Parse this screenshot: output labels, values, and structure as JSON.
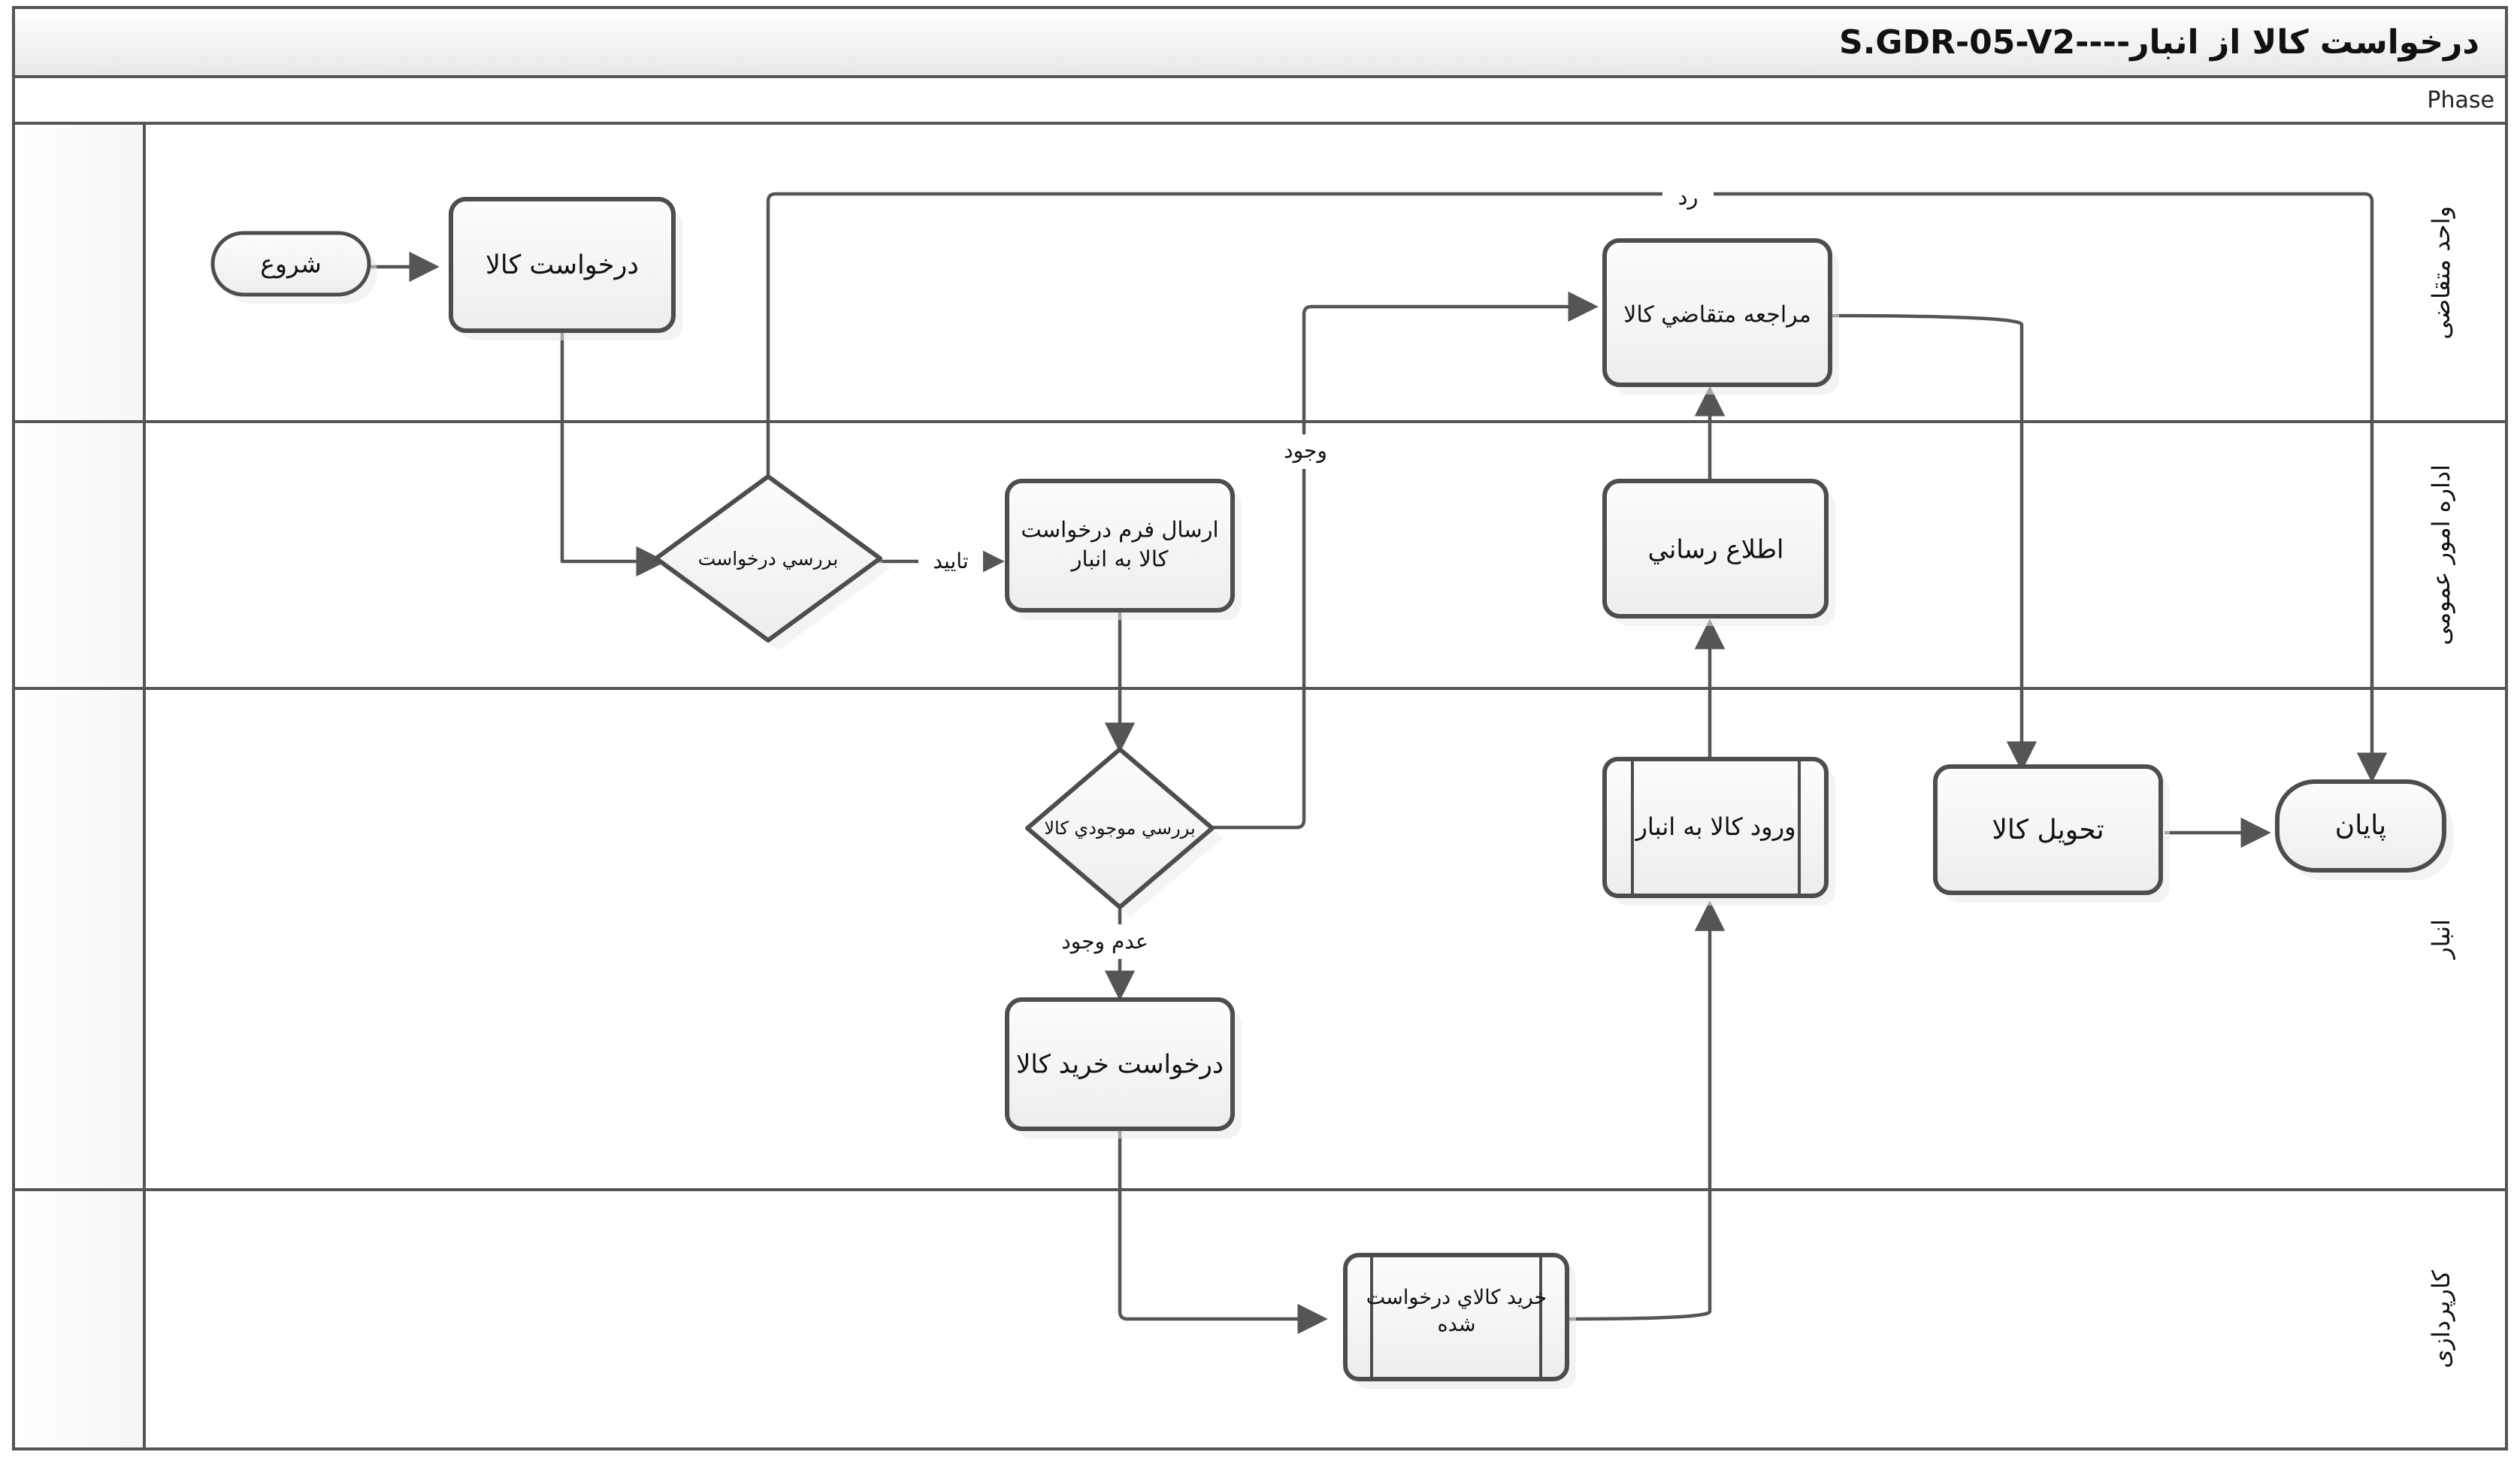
{
  "header": {
    "title": "درخواست کالا از انبار----S.GDR-05-V2",
    "phase_label": "Phase"
  },
  "lanes": [
    {
      "id": "lane-requesting-unit",
      "label": "واحد متقاضی"
    },
    {
      "id": "lane-general-affairs",
      "label": "اداره امور عمومی"
    },
    {
      "id": "lane-warehouse",
      "label": "انبار"
    },
    {
      "id": "lane-procurement",
      "label": "کارپردازی"
    }
  ],
  "nodes": {
    "start": {
      "label": "شروع",
      "shape": "terminator"
    },
    "goods_request": {
      "label": "درخواست کالا",
      "shape": "process"
    },
    "review_request": {
      "label": "بررسي درخواست",
      "shape": "decision"
    },
    "send_form": {
      "label": "ارسال فرم درخواست\nکالا به انبار",
      "shape": "process"
    },
    "check_stock": {
      "label": "بررسي موجودي كالا",
      "shape": "decision"
    },
    "purchase_request": {
      "label": "درخواست خرید کالا",
      "shape": "process"
    },
    "buy_goods": {
      "label": "خرید کالاي درخواست\nشده",
      "shape": "predefined"
    },
    "goods_entry": {
      "label": "ورود کالا به انبار",
      "shape": "predefined"
    },
    "notify": {
      "label": "اطلاع رساني",
      "shape": "process"
    },
    "requester_visit": {
      "label": "مراجعه متقاضي كالا",
      "shape": "process"
    },
    "deliver_goods": {
      "label": "تحویل کالا",
      "shape": "process"
    },
    "end": {
      "label": "پایان",
      "shape": "terminator"
    }
  },
  "edge_labels": {
    "approve": "تایید",
    "reject": "رد",
    "available": "وجود",
    "not_available": "عدم وجود"
  },
  "colors": {
    "stroke": "#555555",
    "node_stroke": "#4d4d4d",
    "node_fill_top": "#fcfcfc",
    "node_fill_bottom": "#efefef",
    "text": "#111111",
    "shadow": "#e4e4e4",
    "background": "#ffffff"
  }
}
